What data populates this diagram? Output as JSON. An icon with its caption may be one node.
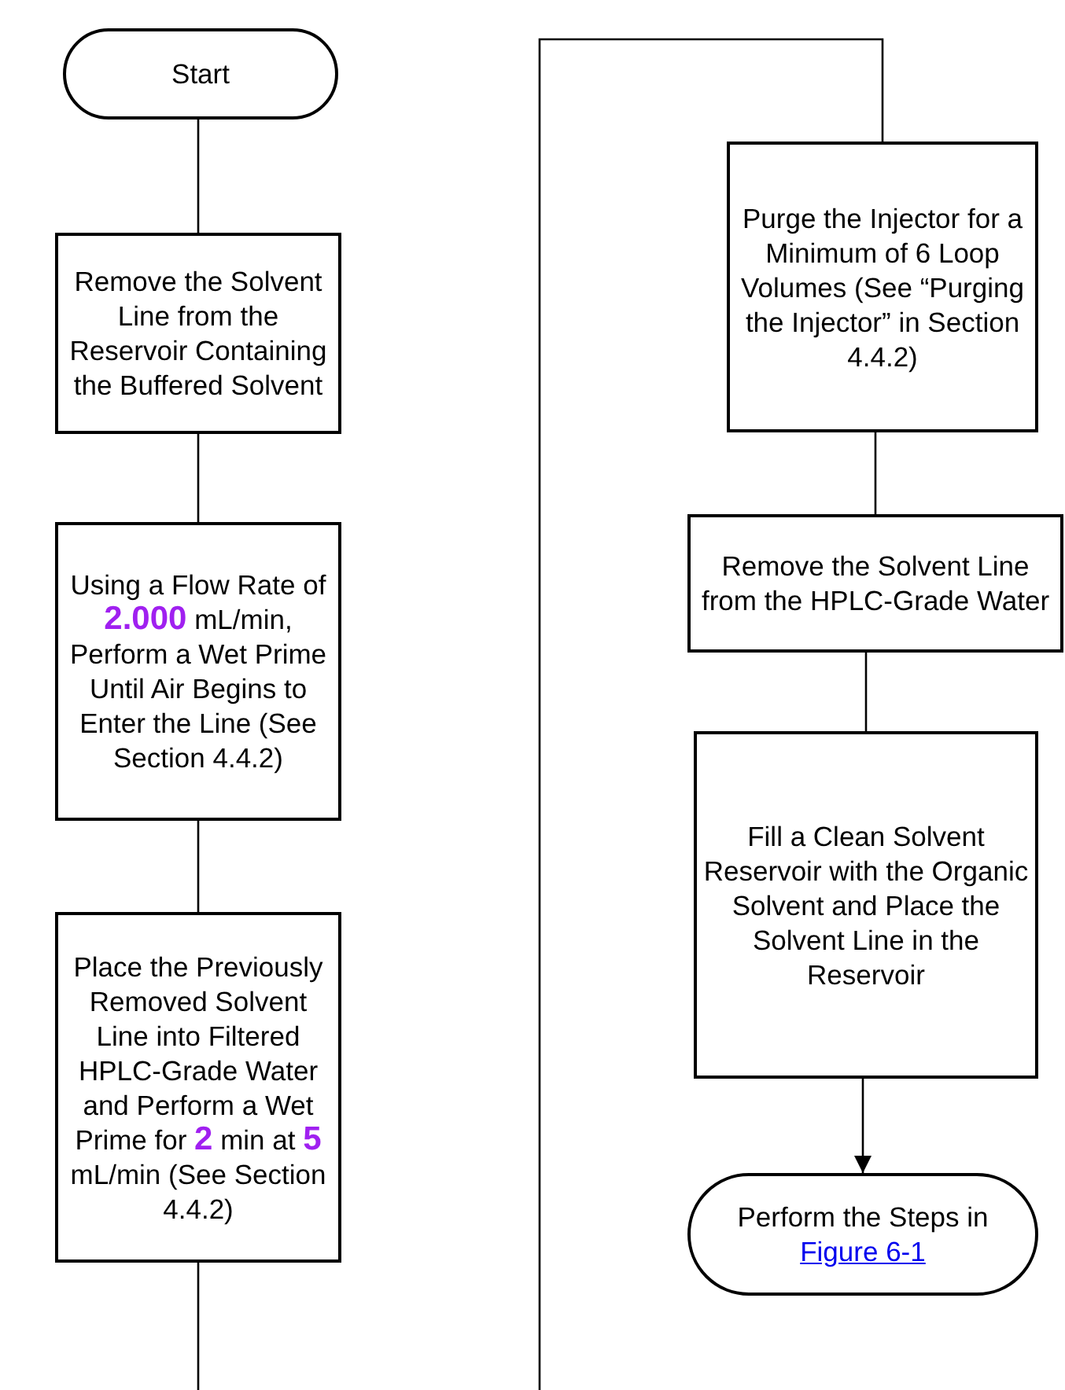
{
  "diagram": {
    "nodes": [
      {
        "text": [
          "Start"
        ]
      },
      {
        "text": [
          "Remove the Solvent Line from the Reservoir Containing the Buffered Solvent"
        ]
      },
      {
        "text": [
          "Using a Flow Rate of **2.000** mL/min, Perform a Wet Prime Until Air Begins to Enter the Line (See Section 4.4.2)"
        ]
      },
      {
        "text": [
          "Place the Previously Removed Solvent Line into Filtered HPLC-Grade Water and Perform a Wet Prime for **2** min at **5** mL/min (See Section 4.4.2)"
        ]
      },
      {
        "text": [
          "Purge the Injector for a Minimum of 6 Loop Volumes (See “Purging the Injector” in Section 4.4.2)"
        ]
      },
      {
        "text": [
          "Remove the Solvent Line from the HPLC-Grade Water"
        ]
      },
      {
        "text": [
          "Fill a Clean Solvent Reservoir with the Organic Solvent and Place the Solvent Line in the Reservoir"
        ]
      },
      {
        "text": [
          "Perform the Steps in",
          "Figure 6-1"
        ]
      }
    ],
    "edges": [
      {
        "from": 0,
        "to": 1,
        "arrow": "none"
      },
      {
        "from": 1,
        "to": 2,
        "arrow": "none"
      },
      {
        "from": 2,
        "to": 3,
        "arrow": "none"
      },
      {
        "from": 3,
        "to": null,
        "arrow": "none"
      },
      {
        "from": null,
        "to": 4,
        "arrow": "none"
      },
      {
        "from": 4,
        "to": 5,
        "arrow": "none"
      },
      {
        "from": 5,
        "to": 6,
        "arrow": "none"
      },
      {
        "from": 6,
        "to": 7,
        "arrow": "to"
      }
    ]
  }
}
